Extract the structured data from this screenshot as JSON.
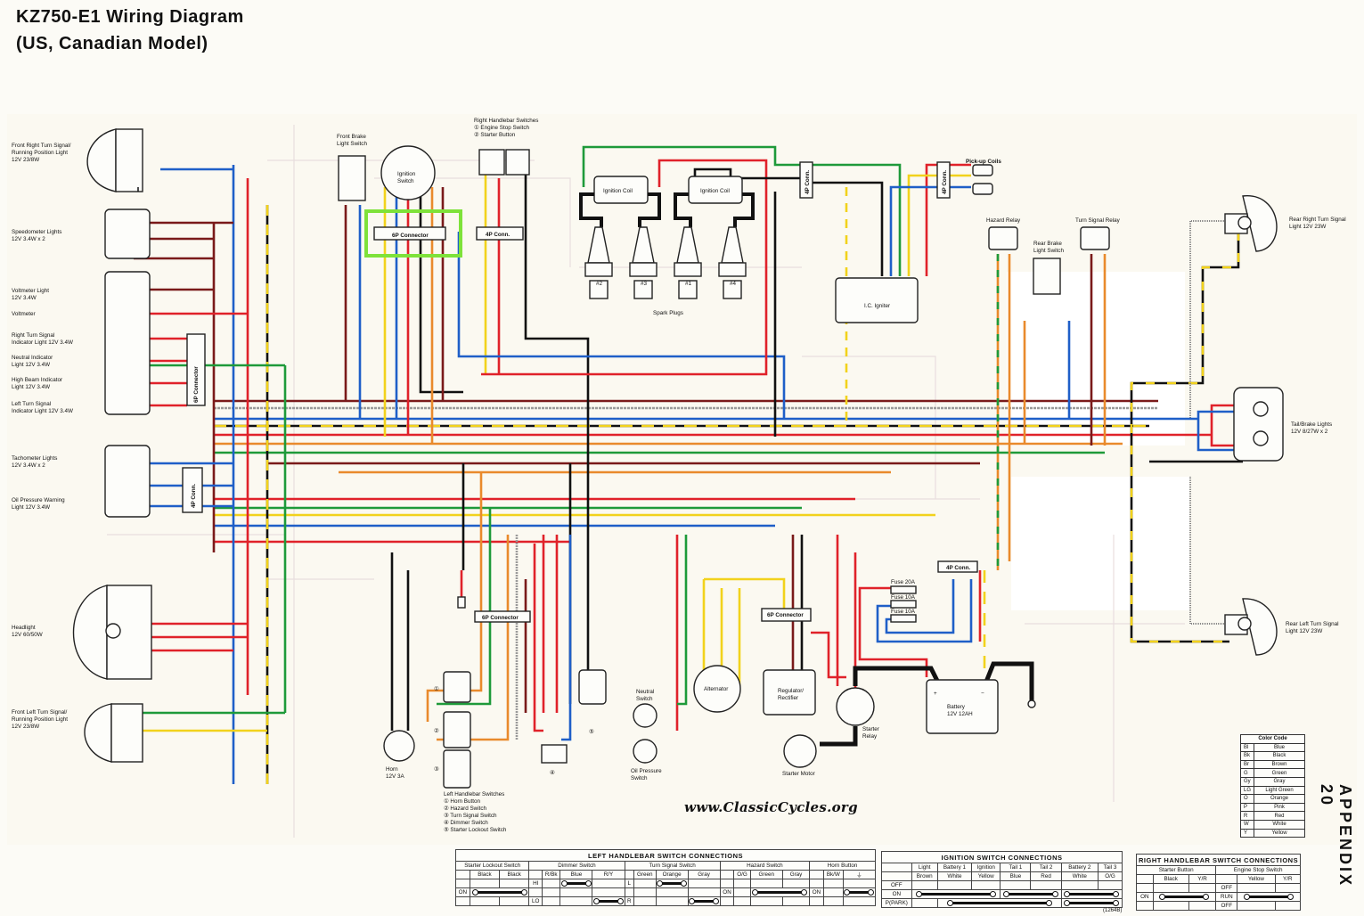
{
  "title": {
    "line1": "KZ750-E1 Wiring Diagram",
    "line2": "(US, Canadian Model)"
  },
  "left_labels": {
    "front_right_turn": [
      "Front Right Turn Signal/",
      "Running Position Light",
      "12V 23/8W"
    ],
    "speedometer": [
      "Speedometer Lights",
      "12V 3.4W x 2"
    ],
    "voltmeter_light": [
      "Voltmeter Light",
      "12V 3.4W"
    ],
    "voltmeter": "Voltmeter",
    "right_turn_ind": [
      "Right Turn Signal",
      "Indicator Light 12V 3.4W"
    ],
    "neutral_ind": [
      "Neutral Indicator",
      "Light 12V 3.4W"
    ],
    "high_beam_ind": [
      "High Beam Indicator",
      "Light 12V 3.4W"
    ],
    "left_turn_ind": [
      "Left Turn Signal",
      "Indicator Light 12V 3.4W"
    ],
    "tachometer": [
      "Tachometer Lights",
      "12V 3.4W x 2"
    ],
    "oil_pressure_light": [
      "Oil Pressure Warning",
      "Light 12V 3.4W"
    ],
    "headlight": [
      "Headlight",
      "12V 60/50W"
    ],
    "front_left_turn": [
      "Front Left Turn Signal/",
      "Running Position Light",
      "12V 23/8W"
    ]
  },
  "components": {
    "front_brake_switch": [
      "Front Brake",
      "Light Switch"
    ],
    "ignition_switch": [
      "Ignition",
      "Switch"
    ],
    "right_handlebar": [
      "Right Handlebar Switches",
      "① Engine Stop Switch",
      "② Starter Button"
    ],
    "ignition_coil_1": "Ignition Coil",
    "ignition_coil_2": "Ignition Coil",
    "spark_plugs": "Spark Plugs",
    "plug_numbers": [
      "#2",
      "#3",
      "#1",
      "#4"
    ],
    "ic_igniter": "I.C. Igniter",
    "pickup_coils": "Pick-up Coils",
    "hazard_relay": "Hazard Relay",
    "turn_signal_relay": "Turn Signal Relay",
    "rear_brake_switch": [
      "Rear Brake",
      "Light Switch"
    ],
    "rear_right_turn": [
      "Rear Right Turn Signal",
      "Light 12V 23W"
    ],
    "tail_brake": [
      "Tail/Brake Lights",
      "12V 8/27W x 2"
    ],
    "rear_left_turn": [
      "Rear Left Turn Signal",
      "Light 12V 23W"
    ],
    "connector_6p": "6P Connector",
    "connector_4p": "4P Conn.",
    "fuse_20a": "Fuse 20A",
    "fuse_10a_1": "Fuse 10A",
    "fuse_10a_2": "Fuse 10A",
    "battery": [
      "Battery",
      "12V 12AH"
    ],
    "battery_plus": "+",
    "battery_minus": "−",
    "alternator": "Alternator",
    "regulator": [
      "Regulator/",
      "Rectifier"
    ],
    "starter_relay": [
      "Starter",
      "Relay"
    ],
    "starter_motor": "Starter Motor",
    "neutral_switch": [
      "Neutral",
      "Switch"
    ],
    "oil_pressure_switch": [
      "Oil Pressure",
      "Switch"
    ],
    "horn": [
      "Horn",
      "12V 3A"
    ],
    "left_handlebar": [
      "Left Handlebar Switches",
      "① Horn Button",
      "② Hazard Switch",
      "③ Turn Signal Switch",
      "④ Dimmer Switch",
      "⑤ Starter Lockout Switch"
    ],
    "circled": [
      "①",
      "②",
      "③",
      "④",
      "⑤"
    ]
  },
  "watermark": "www.ClassicCycles.org",
  "appendix": "APPENDIX 20",
  "part_number": "(1264B)",
  "color_code": {
    "title": "Color Code",
    "rows": [
      [
        "Bl",
        "Blue"
      ],
      [
        "Bk",
        "Black"
      ],
      [
        "Br",
        "Brown"
      ],
      [
        "G",
        "Green"
      ],
      [
        "Gy",
        "Gray"
      ],
      [
        "LG",
        "Light Green"
      ],
      [
        "O",
        "Orange"
      ],
      [
        "P",
        "Pink"
      ],
      [
        "R",
        "Red"
      ],
      [
        "W",
        "White"
      ],
      [
        "Y",
        "Yellow"
      ]
    ]
  },
  "wire_colors": {
    "red": "#e0222a",
    "blue": "#1f5fc8",
    "yellow": "#f2d21c",
    "green": "#1e9a3a",
    "brown": "#7a1a1a",
    "orange": "#e98a2c",
    "black": "#111111",
    "gray": "#9a9a9a",
    "highlight": "#7ee23a"
  },
  "left_handlebar_table": {
    "title": "LEFT HANDLEBAR SWITCH CONNECTIONS",
    "groups": [
      {
        "name": "Starter Lockout Switch",
        "cols": [
          "Black",
          "Black"
        ],
        "rows": [
          "",
          "ON",
          ""
        ]
      },
      {
        "name": "Dimmer Switch",
        "cols": [
          "R/Bk",
          "Blue",
          "R/Y"
        ],
        "rows": [
          "HI",
          "",
          "LO"
        ]
      },
      {
        "name": "Turn Signal Switch",
        "cols": [
          "Green",
          "Orange",
          "Gray"
        ],
        "rows": [
          "L",
          "",
          "R"
        ]
      },
      {
        "name": "Hazard Switch",
        "cols": [
          "O/G",
          "Green",
          "Gray"
        ],
        "rows": [
          "",
          "ON",
          ""
        ]
      },
      {
        "name": "Horn Button",
        "cols": [
          "Bk/W",
          "ground"
        ],
        "rows": [
          "",
          "ON",
          ""
        ]
      }
    ]
  },
  "ignition_table": {
    "title": "IGNITION SWITCH CONNECTIONS",
    "terminals": [
      "Light",
      "Battery 1",
      "Ignition",
      "Tail 1",
      "Tail 2",
      "Battery 2",
      "Tail 3"
    ],
    "colors": [
      "Brown",
      "White",
      "Yellow",
      "Blue",
      "Red",
      "White",
      "O/G"
    ],
    "positions": [
      "OFF",
      "ON",
      "P(PARK)"
    ]
  },
  "right_handlebar_table": {
    "title": "RIGHT HANDLEBAR SWITCH CONNECTIONS",
    "starter_button": {
      "name": "Starter Button",
      "cols": [
        "Black",
        "Y/R"
      ],
      "rows": [
        "",
        "ON",
        ""
      ]
    },
    "engine_stop": {
      "name": "Engine Stop Switch",
      "cols": [
        "Yellow",
        "Y/R"
      ],
      "rows": [
        "OFF",
        "RUN",
        "OFF"
      ]
    }
  }
}
